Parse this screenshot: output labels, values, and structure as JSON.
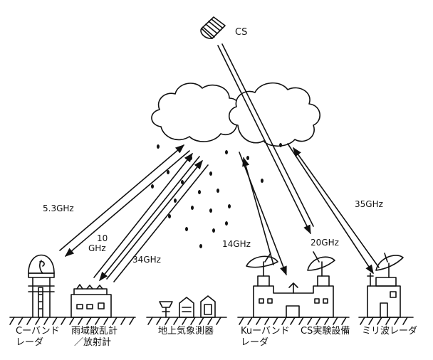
{
  "satellite": {
    "label": "CS",
    "icon": "satellite-icon"
  },
  "frequencies": {
    "c_band": "5.3GHz",
    "radiometer_10": "10",
    "radiometer_10_unit": "GHz",
    "radiometer_34": "34GHz",
    "ku_band": "14GHz",
    "cs_link": "20GHz",
    "mm_wave": "35GHz"
  },
  "stations": {
    "c_band_radar": {
      "line1": "Cーバンド",
      "line2": "レーダ"
    },
    "rain_scatter": {
      "line1": "雨域散乱計",
      "line2": "／放射計"
    },
    "surface_weather": {
      "line1": "地上気象測器"
    },
    "ku_band_radar": {
      "line1": "Kuーバンド",
      "line2": "レーダ"
    },
    "cs_facility": {
      "line1": "CS実験設備"
    },
    "mm_wave_radar": {
      "line1": "ミリ波レーダ"
    }
  },
  "colors": {
    "ink": "#111111",
    "paper": "#ffffff"
  }
}
